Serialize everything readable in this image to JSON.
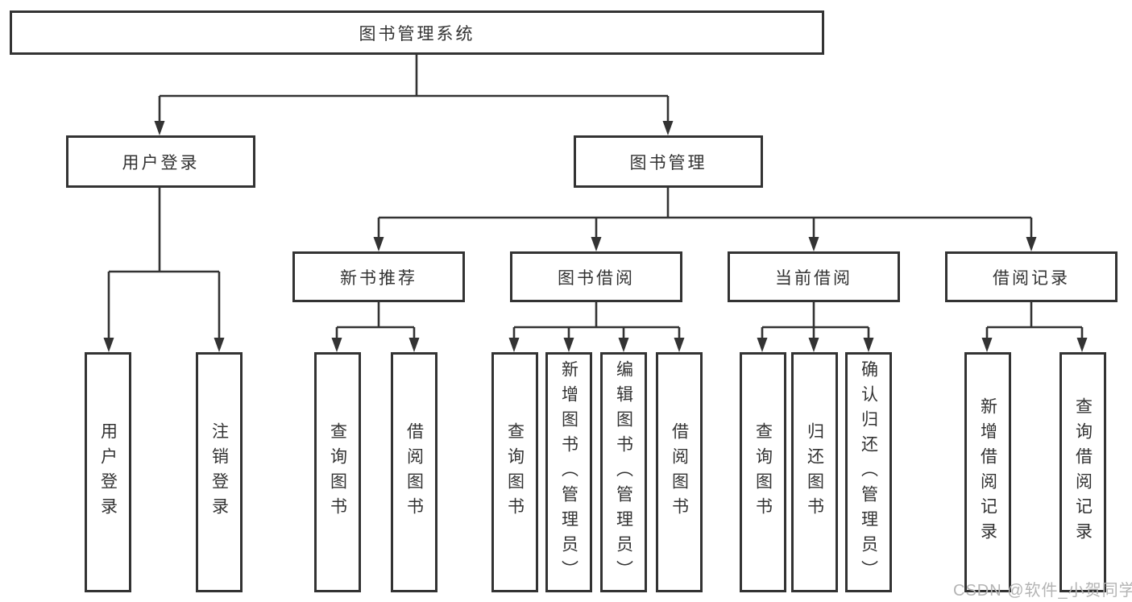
{
  "root": {
    "label": "图书管理系统"
  },
  "level2": {
    "user_login": "用户登录",
    "book_management": "图书管理"
  },
  "level3": {
    "new_books": "新书推荐",
    "book_borrow": "图书借阅",
    "current_borrow": "当前借阅",
    "borrow_records": "借阅记录"
  },
  "leaves": {
    "user_login": [
      "用户登录",
      "注销登录"
    ],
    "new_books": [
      "查询图书",
      "借阅图书"
    ],
    "book_borrow": [
      "查询图书",
      "新增图书（管理员）",
      "编辑图书（管理员）",
      "借阅图书"
    ],
    "current_borrow": [
      "查询图书",
      "归还图书",
      "确认归还（管理员）"
    ],
    "borrow_records": [
      "新增借阅记录",
      "查询借阅记录"
    ]
  },
  "watermark": "CSDN @软件_小贺同学",
  "colors": {
    "line": "#333333",
    "text": "#333333",
    "watermark": "#b4b4b4",
    "background": "#ffffff"
  }
}
